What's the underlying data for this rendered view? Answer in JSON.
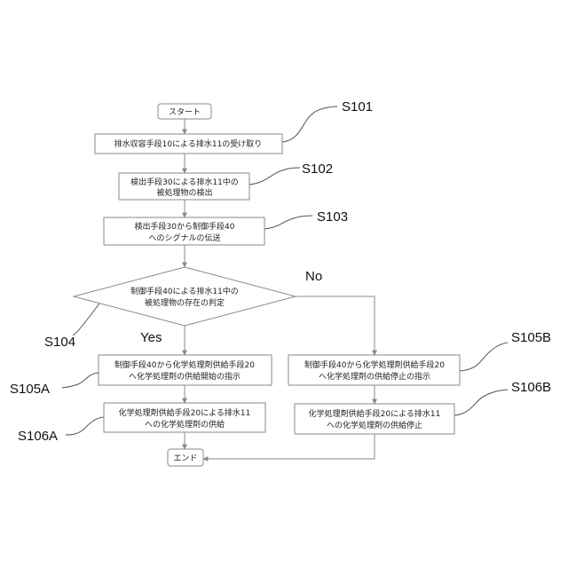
{
  "nodes": {
    "start": {
      "lines": [
        "スタート"
      ]
    },
    "s101": {
      "lines": [
        "排水収容手段10による排水11の受け取り"
      ]
    },
    "s102": {
      "lines": [
        "検出手段30による排水11中の",
        "被処理物の検出"
      ]
    },
    "s103": {
      "lines": [
        "検出手段30から制御手段40",
        "へのシグナルの伝送"
      ]
    },
    "s104": {
      "lines": [
        "制御手段40による排水11中の",
        "被処理物の存在の判定"
      ]
    },
    "s105a": {
      "lines": [
        "制御手段40から化学処理剤供給手段20",
        "へ化学処理剤の供給開始の指示"
      ]
    },
    "s106a": {
      "lines": [
        "化学処理剤供給手段20による排水11",
        "への化学処理剤の供給"
      ]
    },
    "s105b": {
      "lines": [
        "制御手段40から化学処理剤供給手段20",
        "へ化学処理剤の供給停止の指示"
      ]
    },
    "s106b": {
      "lines": [
        "化学処理剤供給手段20による排水11",
        "への化学処理剤の供給停止"
      ]
    },
    "end": {
      "lines": [
        "エンド"
      ]
    }
  },
  "step_labels": {
    "s101": "S101",
    "s102": "S102",
    "s103": "S103",
    "s104": "S104",
    "s105a": "S105A",
    "s106a": "S106A",
    "s105b": "S105B",
    "s106b": "S106B"
  },
  "branches": {
    "yes": "Yes",
    "no": "No"
  },
  "colors": {
    "line": "#8a8a8a",
    "text": "#222222"
  }
}
